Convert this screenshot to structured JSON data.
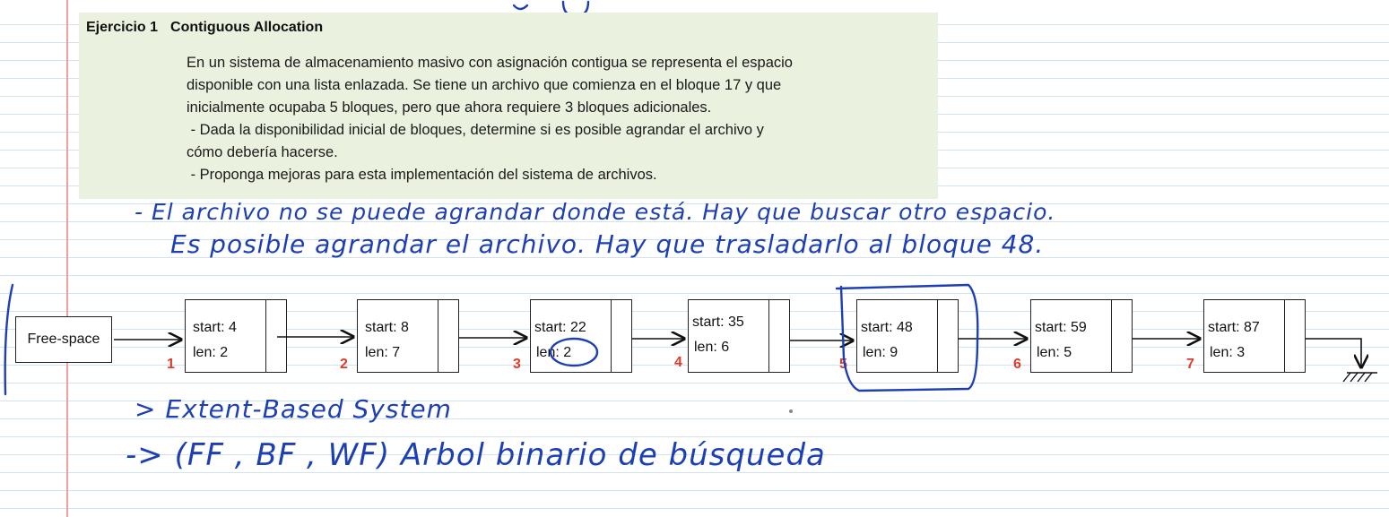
{
  "exercise": {
    "label": "Ejercicio 1",
    "title": "Contiguous Allocation",
    "lines": [
      "En un sistema de almacenamiento masivo con asignación contigua se representa el espacio",
      "disponible con una lista enlazada. Se tiene un archivo que comienza en el bloque 17 y que",
      "inicialmente ocupaba 5 bloques, pero que ahora requiere 3 bloques adicionales.",
      " - Dada la disponibilidad inicial de bloques, determine si es posible agrandar el archivo y",
      "cómo debería hacerse.",
      " - Proponga mejoras para esta implementación del sistema de archivos."
    ]
  },
  "handwriting": {
    "line1": "- El archivo no se puede agrandar donde está. Hay que buscar otro espacio.",
    "line2": "Es posible agrandar el archivo. Hay que trasladarlo al bloque 48.",
    "line3": "> Extent-Based System",
    "line4": "-> (FF , BF , WF)    Arbol binario de búsqueda"
  },
  "diagram": {
    "head_label": "Free-space",
    "nodes": [
      {
        "num": "1",
        "start": "start: 4",
        "len": "len: 2"
      },
      {
        "num": "2",
        "start": "start: 8",
        "len": "len: 7"
      },
      {
        "num": "3",
        "start": "start: 22",
        "len": "len: 2"
      },
      {
        "num": "4",
        "start": "start: 35",
        "len": "len: 6"
      },
      {
        "num": "5",
        "start": "start: 48",
        "len": "len: 9"
      },
      {
        "num": "6",
        "start": "start: 59",
        "len": "len: 5"
      },
      {
        "num": "7",
        "start": "start: 87",
        "len": "len: 3"
      }
    ]
  },
  "colors": {
    "ink": "#1d3fb5",
    "node_number": "#e03a2a",
    "exercise_bg": "#eaf1df",
    "margin": "#f0a0a0"
  }
}
